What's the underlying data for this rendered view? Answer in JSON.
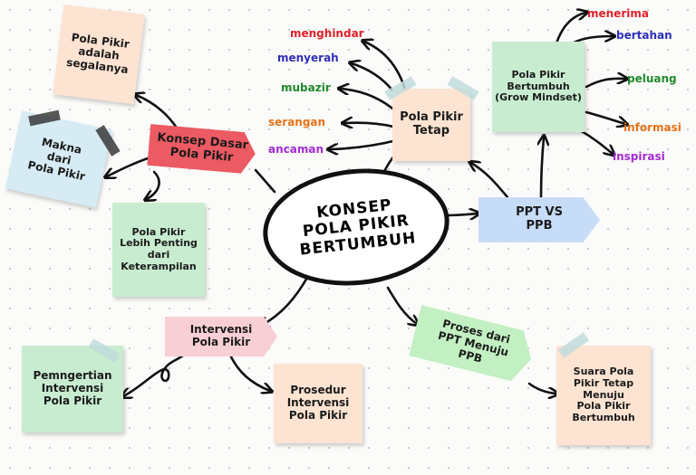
{
  "center": {
    "title": "KONSEP\nPOLA PIKIR\nBERTUMBUH"
  },
  "nodes": {
    "konsep_dasar": "Konsep Dasar\nPola Pikir",
    "pola_pikir_segalanya": "Pola Pikir\nadalah\nsegalanya",
    "makna": "Makna\ndari\nPola Pikir",
    "lebih_penting": "Pola Pikir\nLebih Penting\ndari\nKeterampilan",
    "pola_pikir_tetap": "Pola Pikir\nTetap",
    "ppt_vs_ppb": "PPT VS\nPPB",
    "pola_pikir_bertumbuh": "Pola Pikir\nBertumbuh\n(Grow Mindset)",
    "intervensi": "Intervensi\nPola Pikir",
    "pengertian_intervensi": "Pemngertian\nIntervensi\nPola Pikir",
    "prosedur": "Prosedur\nIntervensi\nPola Pikir",
    "proses_ppt_ppb": "Proses dari\nPPT Menuju\nPPB",
    "suara": "Suara Pola\nPikir Tetap\nMenuju\nPola Pikir\nBertumbuh"
  },
  "fixed_words": [
    {
      "text": "menghindar",
      "color": "#e0202a"
    },
    {
      "text": "menyerah",
      "color": "#2d2fb8"
    },
    {
      "text": "mubazir",
      "color": "#1f8a2c"
    },
    {
      "text": "serangan",
      "color": "#e6731a"
    },
    {
      "text": "ancaman",
      "color": "#a32bd0"
    }
  ],
  "growth_words": [
    {
      "text": "menerima",
      "color": "#e0202a"
    },
    {
      "text": "bertahan",
      "color": "#2d2fb8"
    },
    {
      "text": "peluang",
      "color": "#1f8a2c"
    },
    {
      "text": "informasi",
      "color": "#e6731a"
    },
    {
      "text": "inspirasi",
      "color": "#a32bd0"
    }
  ],
  "colors": {
    "peach": "#fde3d2",
    "mint": "#c8ecd0",
    "light_blue": "#d6ebf3",
    "red_tag": "#ec5a63",
    "pink_tag": "#f7cfd4",
    "blue_tag": "#c7dcf7",
    "green_tag": "#c3f0c3",
    "tape": "#bfdcdc",
    "dark_tape": "#3a3a3a",
    "ink": "#111111"
  }
}
